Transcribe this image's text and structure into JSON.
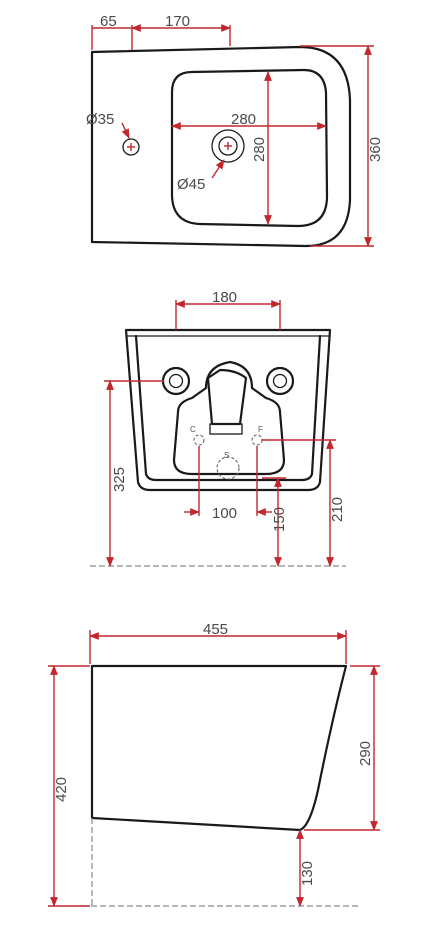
{
  "top_view": {
    "dim_65": "65",
    "dim_170": "170",
    "dim_d35": "Ø35",
    "dim_280_w": "280",
    "dim_280_h": "280",
    "dim_d45": "Ø45",
    "dim_360": "360"
  },
  "front_view": {
    "dim_180": "180",
    "dim_325": "325",
    "dim_100": "100",
    "dim_150": "150",
    "dim_210": "210",
    "label_c": "C",
    "label_f": "F",
    "label_s": "S"
  },
  "side_view": {
    "dim_455": "455",
    "dim_420": "420",
    "dim_290": "290",
    "dim_130": "130"
  },
  "colors": {
    "dimension": "#c0282d",
    "outline": "#1a1a1a"
  }
}
